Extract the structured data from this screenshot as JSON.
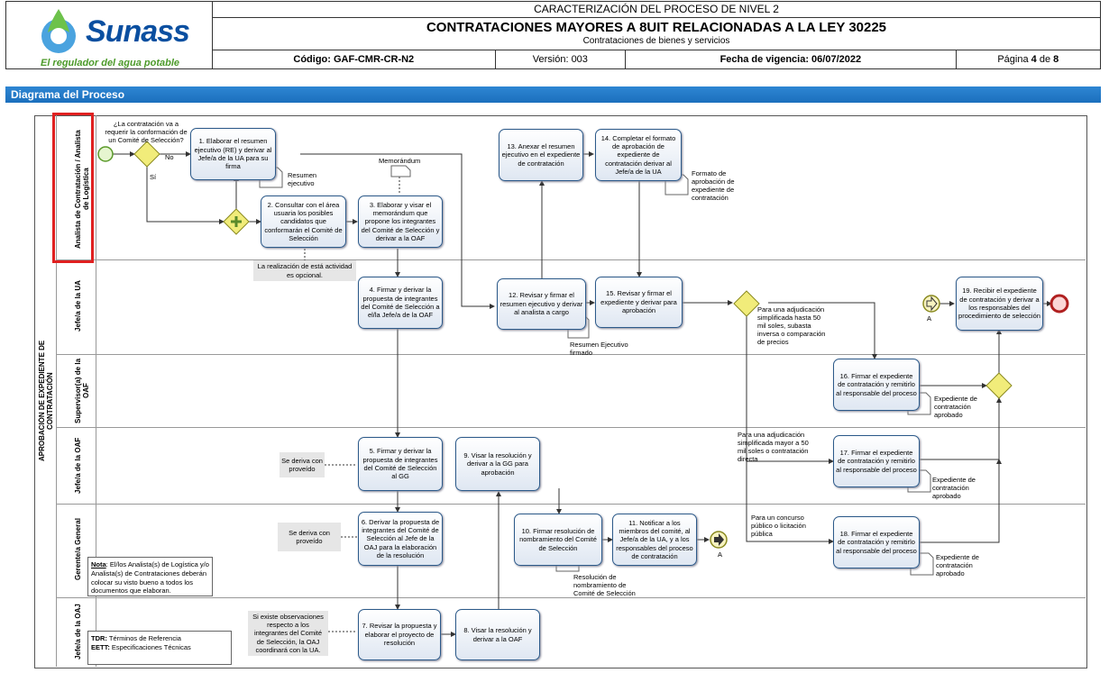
{
  "header": {
    "logo_name": "Sunass",
    "slogan": "El regulador del agua potable",
    "title1": "CARACTERIZACIÓN DEL PROCESO DE NIVEL 2",
    "title2": "CONTRATACIONES MAYORES A 8UIT RELACIONADAS A LA LEY 30225",
    "subtitle": "Contrataciones de bienes y servicios",
    "code": "Código: GAF-CMR-CR-N2",
    "version": "Versión: 003",
    "validity": "Fecha de vigencia: 06/07/2022",
    "page_pre": "Página ",
    "page_num": "4",
    "page_mid": " de ",
    "page_total": "8"
  },
  "section_title": "Diagrama del Proceso",
  "pool": "APROBACIÓN DE EXPEDIENTE DE CONTRATACIÓN",
  "lanes": [
    "Analista de Contratación / Analista de Logística",
    "Jefe/a de la UA",
    "Supervisor(a) de la OAF",
    "Jefe/a de la OAF",
    "Gerente/a General",
    "Jefe/a de la OAJ"
  ],
  "question": "¿La contratación va a requerir la conformación de un Comité de Selección?",
  "flow_no": "No",
  "flow_si": "Sí",
  "tasks": {
    "t1": "1. Elaborar el resumen ejecutivo (RE) y derivar al Jefe/a de la UA para su firma",
    "t2": "2. Consultar con el área usuaria los posibles candidatos que conformarán el Comité de Selección",
    "t3": "3. Elaborar y visar el memorándum que propone los integrantes del Comité de Selección y derivar a la OAF",
    "t4": "4. Firmar y derivar la propuesta de integrantes del Comité de Selección a el/la Jefe/a de la OAF",
    "t5": "5. Firmar y derivar la propuesta de integrantes del Comité de Selección al GG",
    "t6": "6. Derivar la propuesta de integrantes del Comité de Selección al Jefe de la OAJ para la elaboración de la resolución",
    "t7": "7. Revisar la propuesta y elaborar el proyecto de resolución",
    "t8": "8. Visar la resolución y derivar a la OAF",
    "t9": "9. Visar la resolución y derivar a la GG para aprobación",
    "t10": "10. Firmar resolución de nombramiento del Comité de Selección",
    "t11": "11. Notificar a los miembros del comité, al Jefe/a de la UA, y a los responsables del proceso de contratación",
    "t12": "12. Revisar y firmar el resumen ejecutivo y derivar al analista a cargo",
    "t13": "13. Anexar el resumen ejecutivo en el expediente de contratación",
    "t14": "14. Completar el formato de aprobación de expediente de contratación derivar al Jefe/a de la UA",
    "t15": "15. Revisar y firmar el expediente y derivar para aprobación",
    "t16": "16. Firmar el expediente de contratación y remitirlo al responsable del proceso",
    "t17": "17. Firmar el expediente de contratación y remitirlo al responsable del proceso",
    "t18": "18. Firmar el expediente de contratación y remitirlo al responsable del proceso",
    "t19": "19. Recibir el expediente de contratación y derivar a los responsables del procedimiento de selección"
  },
  "docs": {
    "d1": "Resumen ejecutivo",
    "d2": "Memorándum",
    "d3": "Formato de aprobación de expediente de contratación",
    "d4": "Resumen Ejecutivo firmado",
    "d5": "Expediente de contratación aprobado",
    "d6": "Expediente de contratación aprobado",
    "d7": "Expediente de contratación aprobado",
    "d8": "Resolución de nombramiento de Comité de Selección"
  },
  "notes": {
    "n1": "La realización de está actividad es opcional.",
    "n2": "Se deriva con proveído",
    "n3": "Se deriva con proveído",
    "n4": "Si existe observaciones respecto a los integrantes del Comité de Selección, la OAJ coordinará con la UA."
  },
  "conditions": {
    "c1": "Para una adjudicación simplificada hasta 50 mil soles, subasta inversa o comparación de precios",
    "c2": "Para una adjudicación simplificada mayor a 50 mil soles o contratación directa",
    "c3": "Para un concurso público o licitación pública"
  },
  "link_a": "A",
  "nota_title": "Nota",
  "nota_text": ": El/los Analista(s) de Logística y/o Analista(s) de Contrataciones deberán colocar su visto bueno a todos los documentos que elaboran.",
  "tdr_abbr": "TDR:",
  "tdr_text": " Términos de Referencia",
  "eett_abbr": "EETT:",
  "eett_text": " Especificaciones Técnicas",
  "colors": {
    "bar": "#1f74c2",
    "task_border": "#2c5a8a",
    "highlight": "#e02020",
    "gateway": "#e8e05a",
    "logo": "#0a4fa0",
    "slogan": "#4c9a2a"
  }
}
